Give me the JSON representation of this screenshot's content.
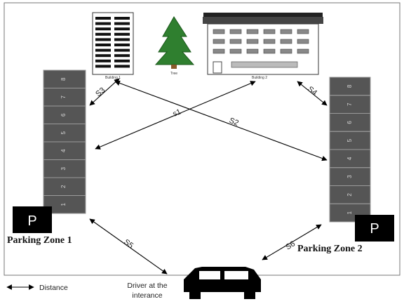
{
  "buildings": {
    "building1_label": "Building 1",
    "tree_label": "Tree",
    "building2_label": "Building 2"
  },
  "distances": {
    "s1": "s1",
    "s2": "S2",
    "s3": "S3",
    "s4": "S4",
    "s5": "S5",
    "s6": "S6"
  },
  "parking": {
    "zone1": {
      "label": "Parking Zone 1",
      "sign": "P",
      "slots": [
        "1",
        "2",
        "3",
        "4",
        "5",
        "6",
        "7",
        "8"
      ]
    },
    "zone2": {
      "label": "Parking Zone 2",
      "sign": "P",
      "slots": [
        "1",
        "2",
        "3",
        "4",
        "5",
        "6",
        "7",
        "8"
      ]
    }
  },
  "driver": {
    "label_line1": "Driver at the",
    "label_line2": "interance"
  },
  "legend": {
    "label": "Distance"
  },
  "colors": {
    "slot_fill": "#555555",
    "slot_line": "#9a9a9a",
    "tree_green": "#2f7f2f",
    "sign_black": "#000000"
  }
}
